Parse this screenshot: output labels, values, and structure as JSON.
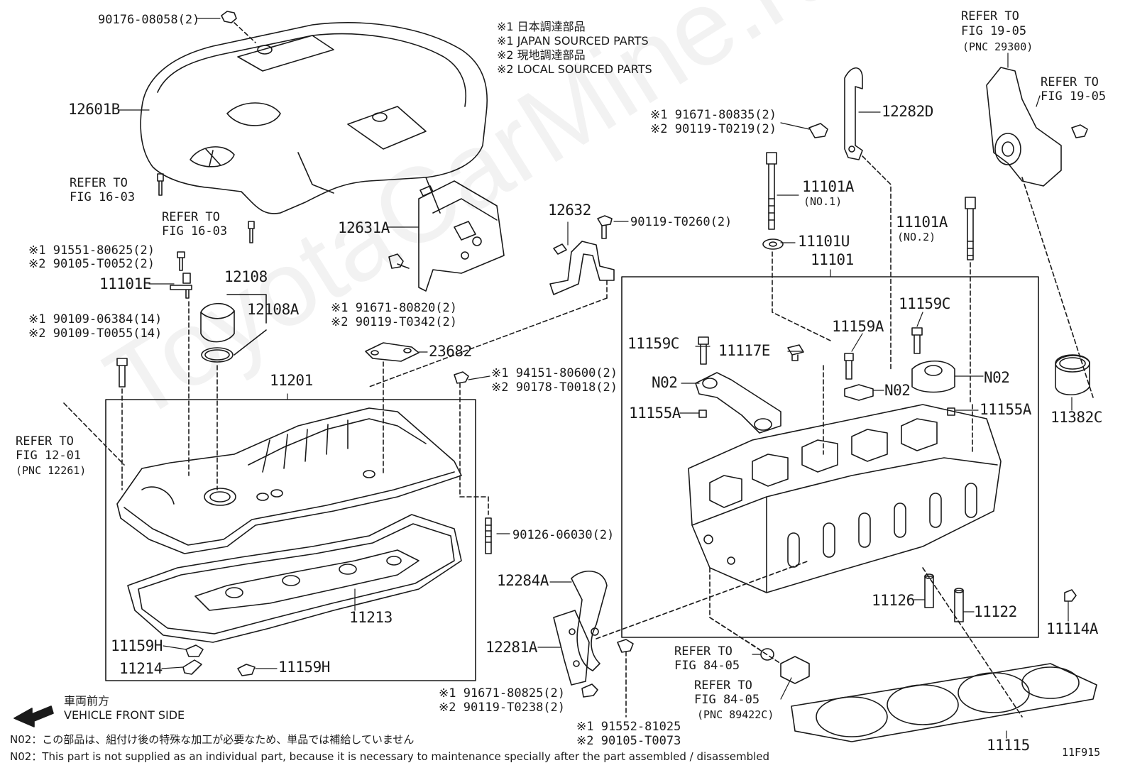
{
  "watermark": "ToyotaCarMine.ru",
  "legend": {
    "line1": "※1  日本調達部品",
    "line2": "※1  JAPAN SOURCED PARTS",
    "line3": "※2  現地調達部品",
    "line4": "※2  LOCAL SOURCED PARTS"
  },
  "labels": {
    "p90176": "90176-08058(2)",
    "p12601B": "12601B",
    "refer1603a_1": "REFER TO",
    "refer1603a_2": "FIG 16-03",
    "refer1603b_1": "REFER TO",
    "refer1603b_2": "FIG 16-03",
    "p91551": "※1 91551-80625(2)",
    "p90105a": "※2 90105-T0052(2)",
    "p11101E": "11101E",
    "p12108": "12108",
    "p12108A": "12108A",
    "p90109a": "※1 90109-06384(14)",
    "p90109b": "※2 90109-T0055(14)",
    "p12631A": "12631A",
    "p91671a": "※1 91671-80820(2)",
    "p90119a": "※2 90119-T0342(2)",
    "p12632": "12632",
    "p90119b": "90119-T0260(2)",
    "p23682": "23682",
    "p94151": "※1 94151-80600(2)",
    "p90178": "※2 90178-T0018(2)",
    "p11201": "11201",
    "refer1201_1": "REFER TO",
    "refer1201_2": "FIG 12-01",
    "refer1201_3": "(PNC 12261)",
    "p90126": "90126-06030(2)",
    "p11213": "11213",
    "p11159H_a": "11159H",
    "p11214": "11214",
    "p11159H_b": "11159H",
    "p12284A": "12284A",
    "p12281A": "12281A",
    "p91671b": "※1 91671-80825(2)",
    "p90119c": "※2 90119-T0238(2)",
    "p91552": "※1 91552-81025",
    "p90105b": "※2 90105-T0073",
    "p91671c": "※1 91671-80835(2)",
    "p90119d": "※2 90119-T0219(2)",
    "p12282D": "12282D",
    "p11101A_1": "11101A",
    "p11101A_1n": "(NO.1)",
    "p11101U": "11101U",
    "p11101": "11101",
    "p11101A_2": "11101A",
    "p11101A_2n": "(NO.2)",
    "refer1905a_1": "REFER TO",
    "refer1905a_2": "FIG 19-05",
    "refer1905a_3": "(PNC 29300)",
    "refer1905b_1": "REFER TO",
    "refer1905b_2": "FIG 19-05",
    "p11159C_a": "11159C",
    "p11117E": "11117E",
    "p11159A": "11159A",
    "p11159C_b": "11159C",
    "pN02_a": "N02",
    "pN02_b": "N02",
    "pN02_c": "N02",
    "p11155A_a": "11155A",
    "p11155A_b": "11155A",
    "p11382C": "11382C",
    "p11126": "11126",
    "p11122": "11122",
    "p11114A": "11114A",
    "refer8405a_1": "REFER TO",
    "refer8405a_2": "FIG 84-05",
    "refer8405b_1": "REFER TO",
    "refer8405b_2": "FIG 84-05",
    "refer8405b_3": "(PNC 89422C)",
    "p11115": "11115",
    "fig": "11F915"
  },
  "front": {
    "jp": "車両前方",
    "en": "VEHICLE FRONT SIDE"
  },
  "footnotes": {
    "jp": "N02：この部品は、組付け後の特殊な加工が必要なため、単品では補給していません",
    "en": "N02：This part is not supplied as an individual part, because it is necessary to maintenance specially after the part assembled / disassembled"
  }
}
